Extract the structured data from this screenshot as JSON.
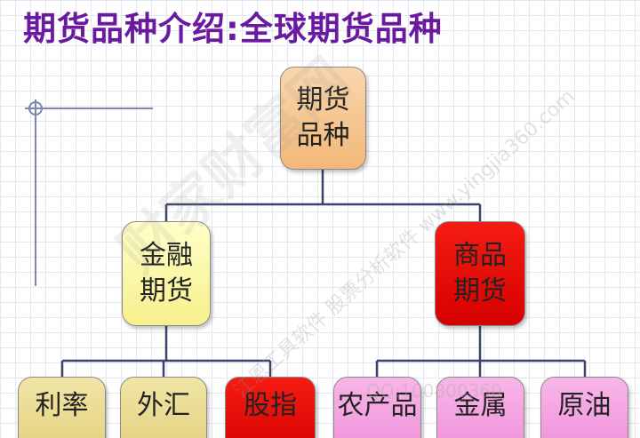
{
  "title": "期货品种介绍:全球期货品种",
  "root": {
    "line1": "期货",
    "line2": "品种"
  },
  "level2": [
    {
      "line1": "金融",
      "line2": "期货"
    },
    {
      "line1": "商品",
      "line2": "期货"
    }
  ],
  "leaves": [
    {
      "label": "利率"
    },
    {
      "label": "外汇"
    },
    {
      "label": "股指"
    },
    {
      "label": "农产品"
    },
    {
      "label": "金属"
    },
    {
      "label": "原油"
    }
  ],
  "watermark": {
    "main": "财家财富网",
    "sub": "江恩工具软件 股票分析软件 www.yingjia360.com",
    "qq": "QQ:100800360"
  },
  "colors": {
    "title": "#6a1aa0",
    "root": "#f3b878",
    "financial": "#f6f08c",
    "commodity": "#e00000",
    "tan_leaf": "#e4cf7c",
    "pink_leaf": "#f08fda",
    "connector": "#39456b"
  }
}
